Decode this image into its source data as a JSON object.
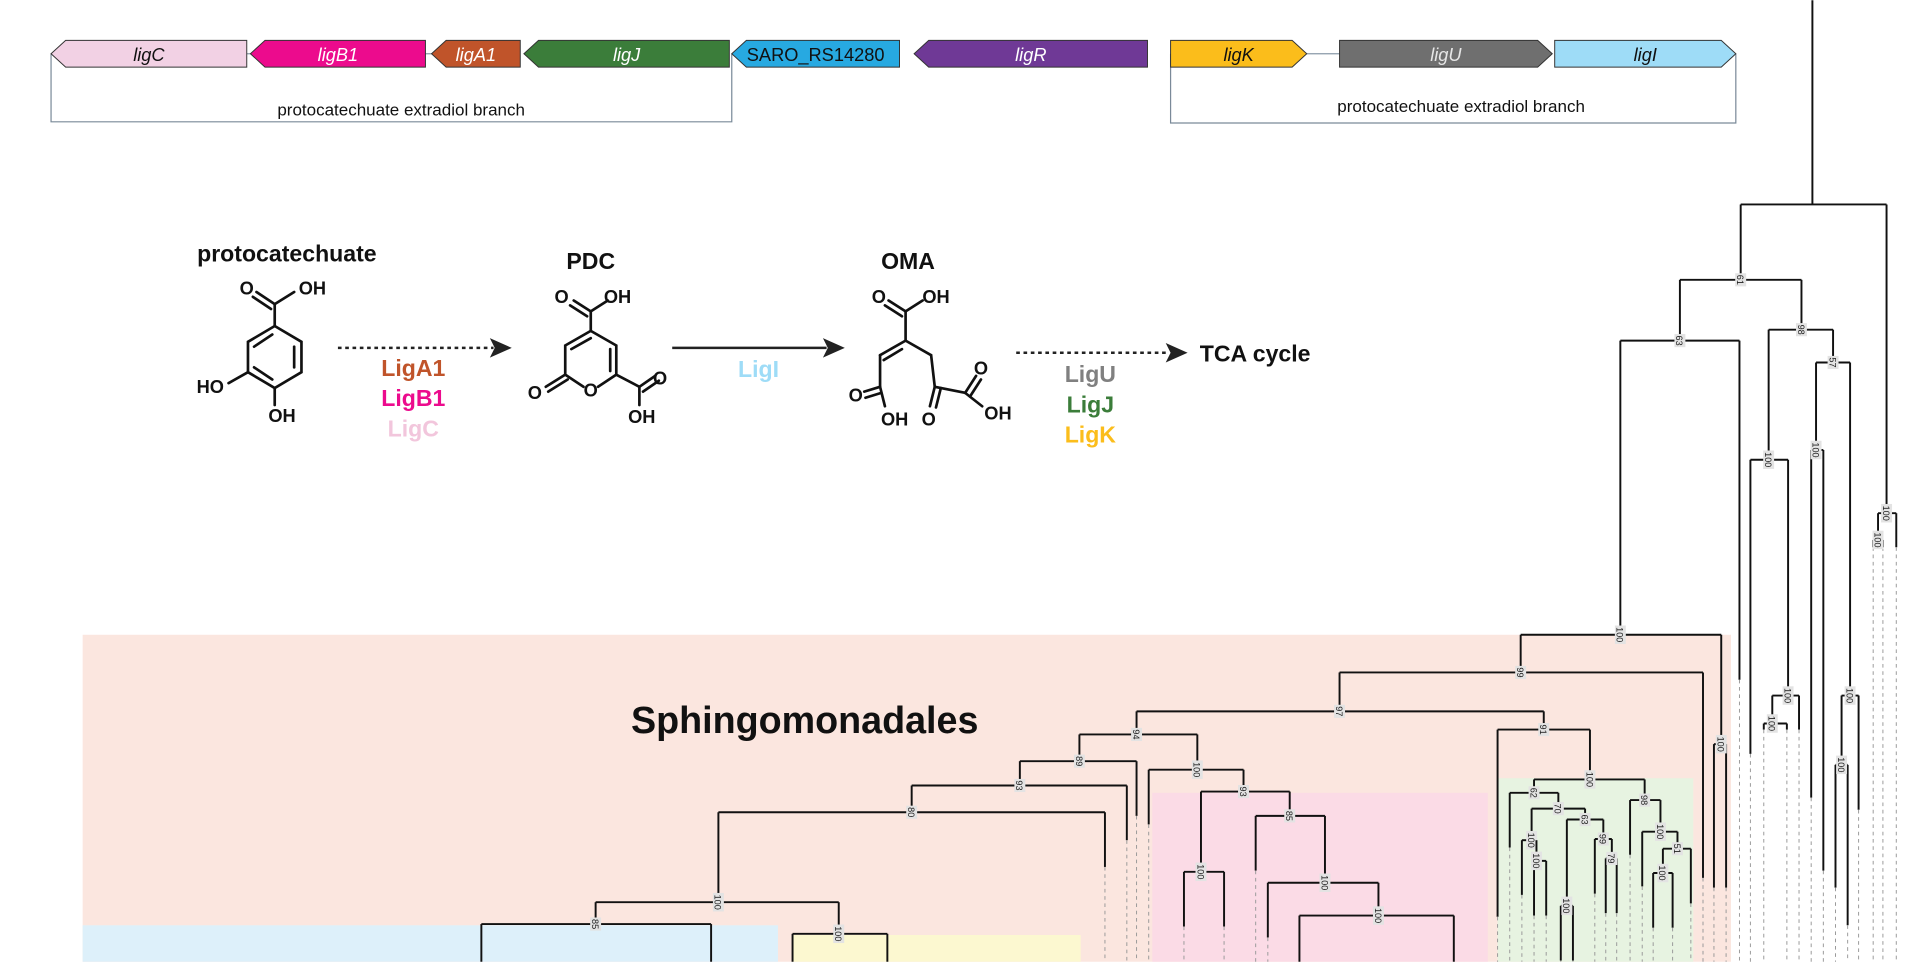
{
  "genes": {
    "cluster_left": [
      {
        "name": "ligC",
        "color": "#f2d1e4",
        "text_color": "#111111",
        "direction": "left"
      },
      {
        "name": "ligB1",
        "color": "#ec0b8d",
        "text_color": "#ffffff",
        "direction": "left"
      },
      {
        "name": "ligA1",
        "color": "#c0542a",
        "text_color": "#ffffff",
        "direction": "left"
      },
      {
        "name": "ligJ",
        "color": "#3b7d3a",
        "text_color": "#ffffff",
        "direction": "left"
      },
      {
        "name": "SARO_RS14280",
        "color": "#27a9e1",
        "text_color": "#111111",
        "direction": "left"
      },
      {
        "name": "ligR",
        "color": "#6f3996",
        "text_color": "#ffffff",
        "direction": "left"
      }
    ],
    "cluster_right": [
      {
        "name": "ligK",
        "color": "#fbbd1b",
        "text_color": "#111111",
        "direction": "right"
      },
      {
        "name": "ligU",
        "color": "#6f6f6f",
        "text_color": "#e6e6e6",
        "direction": "right"
      },
      {
        "name": "ligI",
        "color": "#9edcf7",
        "text_color": "#111111",
        "direction": "right"
      }
    ],
    "bracket_left_label": "protocatechuate extradiol branch",
    "bracket_right_label": "protocatechuate extradiol branch"
  },
  "pathway": {
    "compounds": {
      "pca": {
        "name": "protocatechuate",
        "atoms": [
          "O",
          "OH",
          "HO",
          "OH"
        ]
      },
      "pdc": {
        "name": "PDC",
        "atoms": [
          "O",
          "OH",
          "O",
          "O",
          "O",
          "OH"
        ]
      },
      "oma": {
        "name": "OMA",
        "atoms": [
          "O",
          "OH",
          "O",
          "OH",
          "O",
          "O",
          "OH"
        ]
      }
    },
    "step1": {
      "style": "dotted",
      "enzymes": [
        {
          "name": "LigA1",
          "color": "#c0542a"
        },
        {
          "name": "LigB1",
          "color": "#ec0b8d"
        },
        {
          "name": "LigC",
          "color": "#f2c6dc"
        }
      ]
    },
    "step2": {
      "style": "solid",
      "enzymes": [
        {
          "name": "LigI",
          "color": "#9edcf7"
        }
      ]
    },
    "step3": {
      "style": "dotted",
      "enzymes": [
        {
          "name": "LigU",
          "color": "#808080"
        },
        {
          "name": "LigJ",
          "color": "#3b7d3a"
        },
        {
          "name": "LigK",
          "color": "#fbbd1b"
        }
      ]
    },
    "product": "TCA cycle"
  },
  "tree": {
    "clade_label": "Sphingomonadales",
    "clade_colors": {
      "sphingomonadales": "#fbe6df",
      "blue": "#ddf0fa",
      "yellow": "#fcf8d0",
      "pink": "#fbdbe6",
      "green": "#e7f3e1"
    },
    "support": [
      "",
      "61",
      "63",
      "100",
      "98",
      "100",
      "57",
      "100",
      "100",
      "100",
      "100",
      "100",
      "100",
      "100",
      "100",
      "99",
      "97",
      "91",
      "100",
      "62",
      "70",
      "100",
      "100",
      "63",
      "99",
      "79",
      "98",
      "100",
      "51",
      "100",
      "94",
      "100",
      "93",
      "100",
      "85",
      "100",
      "100",
      "89",
      "93",
      "80",
      "100",
      "85",
      "100",
      "100"
    ]
  }
}
